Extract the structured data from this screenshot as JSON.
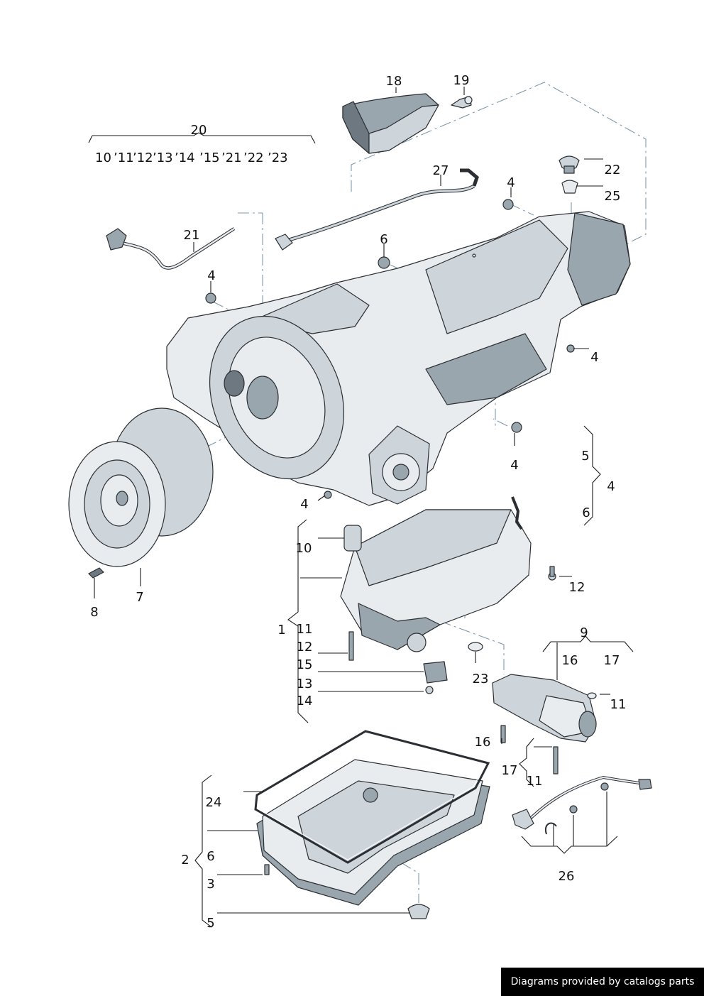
{
  "callouts": {
    "c18": "18",
    "c19": "19",
    "c20": "20",
    "c27": "27",
    "c4a": "4",
    "c22": "22",
    "c25": "25",
    "c21": "21",
    "c6a": "6",
    "c4b": "4",
    "c4c": "4",
    "c4d": "4",
    "c5a": "5",
    "c4e": "4",
    "c6b": "6",
    "c4f": "4",
    "c10": "10",
    "c12a": "12",
    "c7": "7",
    "c8": "8",
    "c1": "1",
    "c11a": "11",
    "c12b": "12",
    "c15": "15",
    "c13": "13",
    "c14": "14",
    "c9": "9",
    "c16a": "16",
    "c17a": "17",
    "c23": "23",
    "c11b": "11",
    "c16b": "16",
    "c17b": "17",
    "c11c": "11",
    "c24": "24",
    "c2": "2",
    "c6c": "6",
    "c3": "3",
    "c26": "26",
    "c5b": "5"
  },
  "model_years": [
    "10",
    "’11",
    "’12",
    "’13",
    "’14",
    "’15",
    "’21",
    "’22",
    "’23"
  ],
  "credit": "Diagrams provided by catalogs parts",
  "colors": {
    "outline": "#2b2f33",
    "leader": "#1a1a1a",
    "dash_line": "#7e99ad",
    "metal_light": "#e8ecef",
    "metal_mid": "#cdd5db",
    "metal_dark": "#9aa6ae",
    "credit_bg": "#000000",
    "credit_text": "#ffffff"
  }
}
